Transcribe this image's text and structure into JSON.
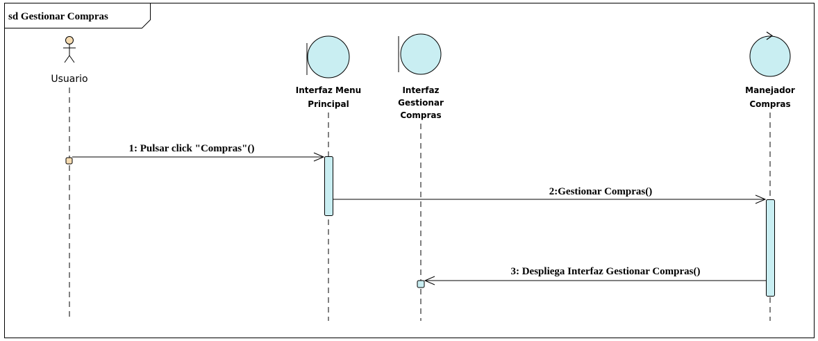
{
  "frame": {
    "title": "sd Gestionar Compras"
  },
  "actor": {
    "label": "Usuario"
  },
  "lifelines": {
    "menu": {
      "line1": "Interfaz Menu",
      "line2": "Principal",
      "kind": "boundary"
    },
    "gestionar": {
      "line1": "Interfaz",
      "line2": "Gestionar",
      "line3": "Compras",
      "kind": "boundary"
    },
    "manejador": {
      "line1": "Manejador",
      "line2": "Compras",
      "kind": "control"
    }
  },
  "messages": [
    {
      "label": "1: Pulsar click \"Compras\"()"
    },
    {
      "label": "2:Gestionar Compras()"
    },
    {
      "label": "3: Despliega Interfaz Gestionar Compras()"
    }
  ],
  "colors": {
    "fill": "#c9eef2",
    "actor_fill": "#f6dcb2",
    "line": "#000000"
  }
}
